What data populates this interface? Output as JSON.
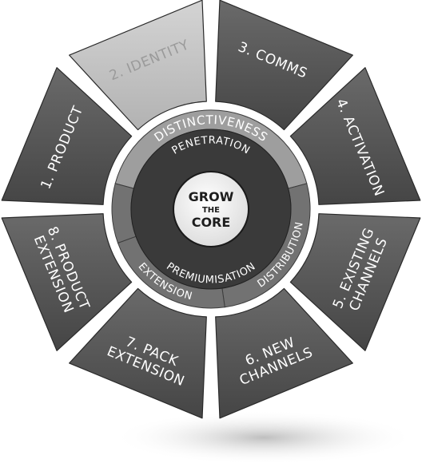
{
  "diagram": {
    "segments": [
      {
        "id": "product",
        "lines": [
          "1. PRODUCT"
        ],
        "highlighted": false
      },
      {
        "id": "identity",
        "lines": [
          "2. IDENTITY"
        ],
        "highlighted": true
      },
      {
        "id": "comms",
        "lines": [
          "3. COMMS"
        ],
        "highlighted": false
      },
      {
        "id": "activation",
        "lines": [
          "4. ACTIVATION"
        ],
        "highlighted": false
      },
      {
        "id": "existing-channels",
        "lines": [
          "5. EXISTING",
          "CHANNELS"
        ],
        "highlighted": false
      },
      {
        "id": "new-channels",
        "lines": [
          "6. NEW",
          "CHANNELS"
        ],
        "highlighted": false
      },
      {
        "id": "pack-extension",
        "lines": [
          "7. PACK",
          "EXTENSION"
        ],
        "highlighted": false
      },
      {
        "id": "product-extension",
        "lines": [
          "8. PRODUCT",
          "EXTENSION"
        ],
        "highlighted": false
      }
    ],
    "outer_ring": {
      "top_label": "DISTINCTIVENESS",
      "right_label": "DISTRIBUTION",
      "bottom_label": "EXTENSION"
    },
    "inner_ring": {
      "top_label": "PENETRATION",
      "bottom_label": "PREMIUMISATION"
    },
    "core": {
      "line1": "GROW",
      "line2": "THE",
      "line3": "CORE"
    },
    "colors": {
      "segment": "#525252",
      "segment_highlight": "#bdbdbd",
      "outer_ring_light": "#9e9e9e",
      "outer_ring_dark": "#727272",
      "inner_ring": "#3a3a3a",
      "core": "#f4f4f4"
    }
  }
}
